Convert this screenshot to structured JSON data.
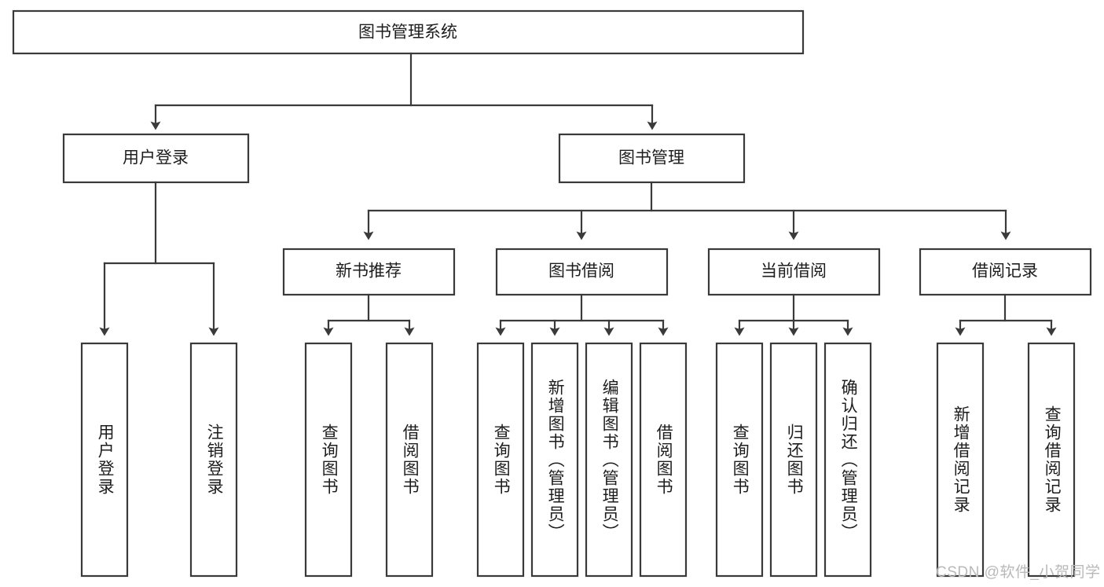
{
  "diagram": {
    "type": "tree",
    "title": "图书管理系统",
    "orientation": "top-down",
    "theme": {
      "background": "#ffffff",
      "box_fill": "#ffffff",
      "box_stroke": "#3a3a3a",
      "text_color": "#1d1d1d",
      "watermark_color": "#b9b9b9"
    },
    "root": {
      "label": "图书管理系统"
    },
    "level2": [
      {
        "label": "用户登录"
      },
      {
        "label": "图书管理"
      }
    ],
    "level3": [
      {
        "label": "新书推荐"
      },
      {
        "label": "图书借阅"
      },
      {
        "label": "当前借阅"
      },
      {
        "label": "借阅记录"
      }
    ],
    "leaves": {
      "user_login": [
        {
          "label": "用户登录"
        },
        {
          "label": "注销登录"
        }
      ],
      "new_book_recommend": [
        {
          "label": "查询图书"
        },
        {
          "label": "借阅图书"
        }
      ],
      "book_borrow": [
        {
          "label": "查询图书"
        },
        {
          "label": "新增图书（管理员）"
        },
        {
          "label": "编辑图书（管理员）"
        },
        {
          "label": "借阅图书"
        }
      ],
      "current_borrow": [
        {
          "label": "查询图书"
        },
        {
          "label": "归还图书"
        },
        {
          "label": "确认归还（管理员）"
        }
      ],
      "borrow_record": [
        {
          "label": "新增借阅记录"
        },
        {
          "label": "查询借阅记录"
        }
      ]
    }
  },
  "watermark": {
    "text": "CSDN @软件_小贺同学"
  }
}
